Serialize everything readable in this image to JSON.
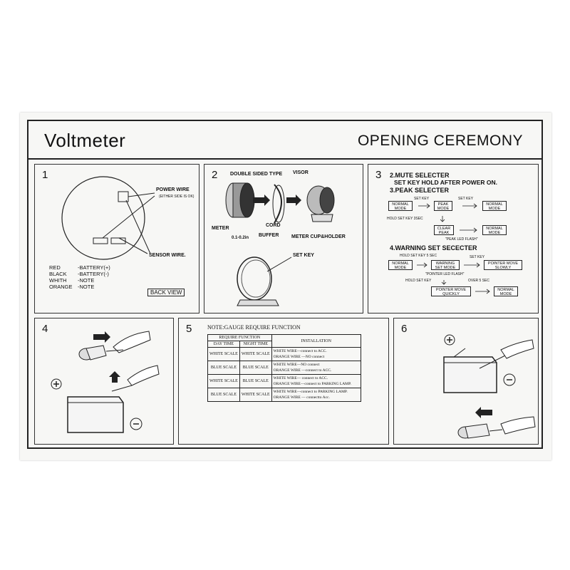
{
  "header": {
    "title": "Voltmeter",
    "subtitle": "OPENING CEREMONY"
  },
  "panel1": {
    "number": "1",
    "power_wire": "POWER WIRE",
    "power_wire_note": "(EITHER SIDE IS OK)",
    "sensor_wire": "SENSOR WIRE.",
    "back_view": "BACK VIEW",
    "wires": [
      {
        "color": "RED",
        "desc": "-BATTERY(+)"
      },
      {
        "color": "BLACK",
        "desc": "-BATTERY(-)"
      },
      {
        "color": "WHITH",
        "desc": "-NOTE"
      },
      {
        "color": "ORANGE",
        "desc": "-NOTE"
      }
    ]
  },
  "panel2": {
    "number": "2",
    "double_sided_type": "DOUBLE SIDED TYPE",
    "visor": "VISOR",
    "cord": "CORD",
    "meter": "METER",
    "buffer": "BUFFER",
    "gap": "0.1-0.2in",
    "meter_cup": "METER CUP&HOLDER",
    "set_key": "SET KEY"
  },
  "panel3": {
    "number": "3",
    "mute_title": "2.MUTE SELECTER",
    "mute_desc": "SET KEY HOLD AFTER POWER ON.",
    "peak_title": "3.PEAK SELECTER",
    "set_key": "SET KEY",
    "normal_mode": "NORMAL MODE",
    "peak_mode": "PEAK MODE",
    "hold_3sec": "HOLD SET KEY 3SEC",
    "clear_peak": "CLEAR PEAK",
    "peak_led_flash": "\"PEAK LED FLASH\"",
    "warning_title": "4.WARNING SET SECECTER",
    "hold_5sec": "HOLD SET KEY 5 SEC",
    "warning_set_mode": "WARNING SET MODE",
    "pointer_move_slowly": "POINTER MOVE SLOWLY",
    "pointer_led_flash": "\"POINTER LED FLASH\"",
    "hold_set_key": "HOLD SET KEY",
    "over_5sec": "OVER 5 SEC",
    "pointer_move_quickly": "POINTER MOVE QUICKLY"
  },
  "panel4": {
    "number": "4",
    "plus": "+",
    "minus": "−"
  },
  "panel5": {
    "number": "5",
    "caption": "NOTE:GAUGE REQUIRE FUNCTION",
    "require_function": "REQUIRE FUNCTION",
    "day_time": "DAY TIME",
    "night_time": "NIGHT TIME",
    "installation": "INSTALLATION",
    "rows": [
      {
        "day": "WHITE SCALE",
        "night": "WHITE SCALE",
        "line1": "WHITE WIRE—connect to ACC.",
        "line2": "ORANGE WIRE —NO connect"
      },
      {
        "day": "BLUE SCALE",
        "night": "BLUE SCALE",
        "line1": "WHITE WIRE—NO connect",
        "line2": "ORANGE WIRE —connect to ACC."
      },
      {
        "day": "WHITE SCALE",
        "night": "BLUE SCALE",
        "line1": "WHITE WIRE— connect to ACC.",
        "line2": "ORANGE WIRE—connect to PARKING LAMP."
      },
      {
        "day": "BLUE SCALE",
        "night": "WHITE SCALE",
        "line1": "WHITE WIRE—connect to PARKING LAMP.",
        "line2": "ORANGE WIRE — connectto Acc."
      }
    ]
  },
  "panel6": {
    "number": "6",
    "plus": "+",
    "minus": "−"
  }
}
